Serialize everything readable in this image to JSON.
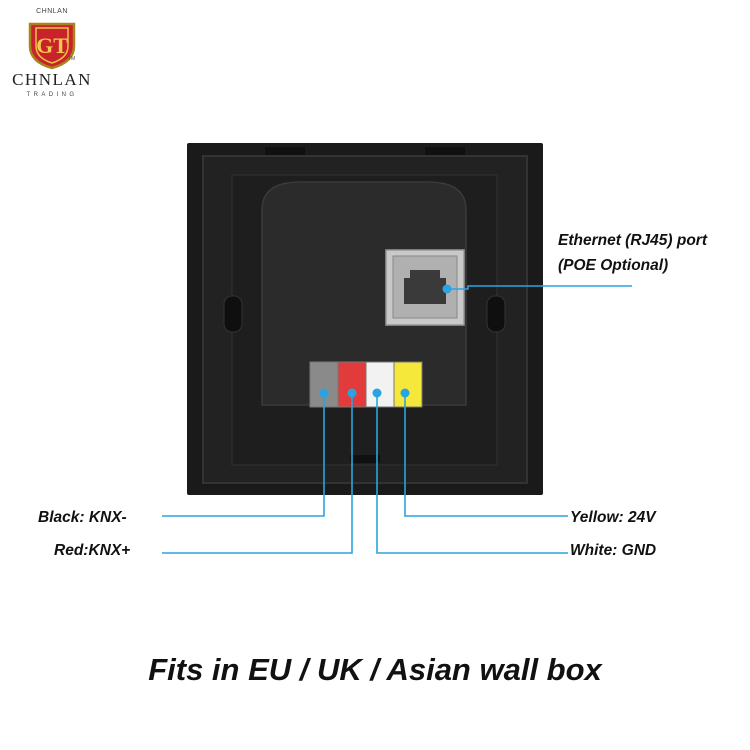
{
  "logo": {
    "top_text": "CHNLAN",
    "monogram": "GT",
    "trademark": "TM",
    "name": "CHNLAN",
    "subtitle": "TRADING"
  },
  "ethernet_label": {
    "line1": "Ethernet (RJ45) port",
    "line2": "(POE Optional)"
  },
  "terminals": [
    {
      "label": "Black: KNX-",
      "color": "#8a8a8a"
    },
    {
      "label": "Red:KNX+",
      "color": "#e23b3b"
    },
    {
      "label": "White: GND",
      "color": "#f2f2f2"
    },
    {
      "label": "Yellow: 24V",
      "color": "#f5e83a"
    }
  ],
  "callout_color": "#2aa4e0",
  "footer_text": "Fits in EU / UK / Asian wall box"
}
